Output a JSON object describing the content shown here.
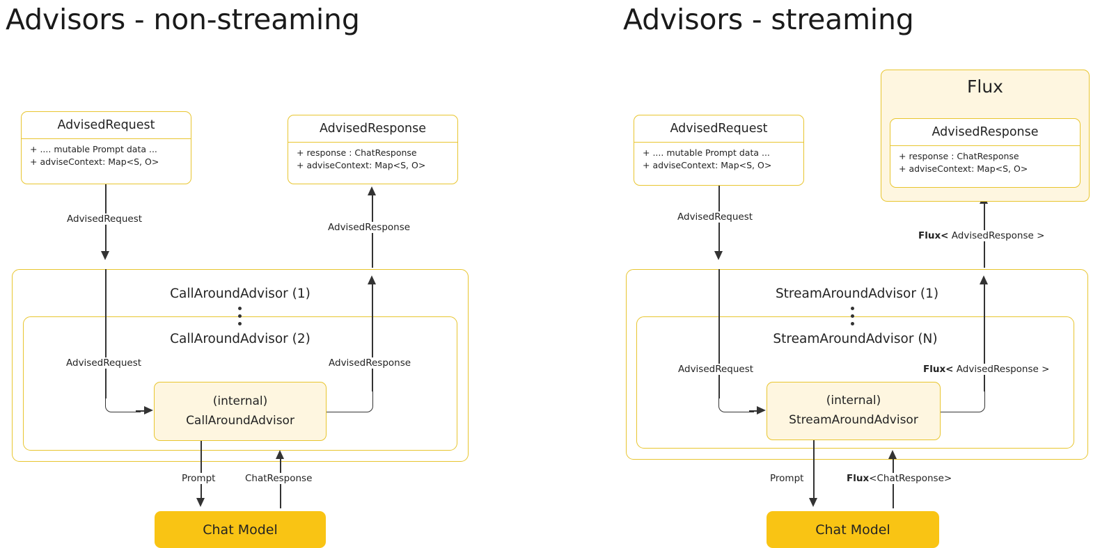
{
  "panels": [
    {
      "id": "non-streaming",
      "title": "Advisors - non-streaming",
      "request_card": {
        "name": "AdvisedRequest",
        "attrs": [
          "+ .... mutable Prompt data ...",
          "+ adviseContext: Map<S, O>"
        ]
      },
      "response_card": {
        "name": "AdvisedResponse",
        "attrs": [
          "+ response : ChatResponse",
          "+ adviseContext: Map<S, O>"
        ]
      },
      "flux_wrapper_label": null,
      "advisor_outer_title": "CallAroundAdvisor (1)",
      "advisor_inner_title": "CallAroundAdvisor (2)",
      "internal_node": [
        "(internal)",
        "CallAroundAdvisor"
      ],
      "chat_model": "Chat Model",
      "labels": {
        "top_in": "AdvisedRequest",
        "top_out": "AdvisedResponse",
        "inner_in": "AdvisedRequest",
        "inner_out": "AdvisedResponse",
        "bottom_in": "Prompt",
        "bottom_out": "ChatResponse",
        "bottom_out_bold": "",
        "top_out_bold": "",
        "inner_out_bold": ""
      }
    },
    {
      "id": "streaming",
      "title": "Advisors - streaming",
      "request_card": {
        "name": "AdvisedRequest",
        "attrs": [
          "+ .... mutable Prompt data ...",
          "+ adviseContext: Map<S, O>"
        ]
      },
      "response_card": {
        "name": "AdvisedResponse",
        "attrs": [
          "+ response : ChatResponse",
          "+ adviseContext: Map<S, O>"
        ]
      },
      "flux_wrapper_label": "Flux",
      "advisor_outer_title": "StreamAroundAdvisor (1)",
      "advisor_inner_title": "StreamAroundAdvisor (N)",
      "internal_node": [
        "(internal)",
        "StreamAroundAdvisor"
      ],
      "chat_model": "Chat Model",
      "labels": {
        "top_in": "AdvisedRequest",
        "top_out": " AdvisedResponse >",
        "top_out_bold": "Flux<",
        "inner_in": "AdvisedRequest",
        "inner_out": " AdvisedResponse >",
        "inner_out_bold": "Flux<",
        "bottom_in": "Prompt",
        "bottom_out": "<ChatResponse>",
        "bottom_out_bold": "Flux"
      }
    }
  ],
  "colors": {
    "border_yellow": "#E8C52E",
    "fill_cream": "#FEF6E0",
    "chat_model_yellow": "#F9C414",
    "line_dark": "#333333",
    "text": "#232323",
    "background": "#FFFFFF"
  }
}
